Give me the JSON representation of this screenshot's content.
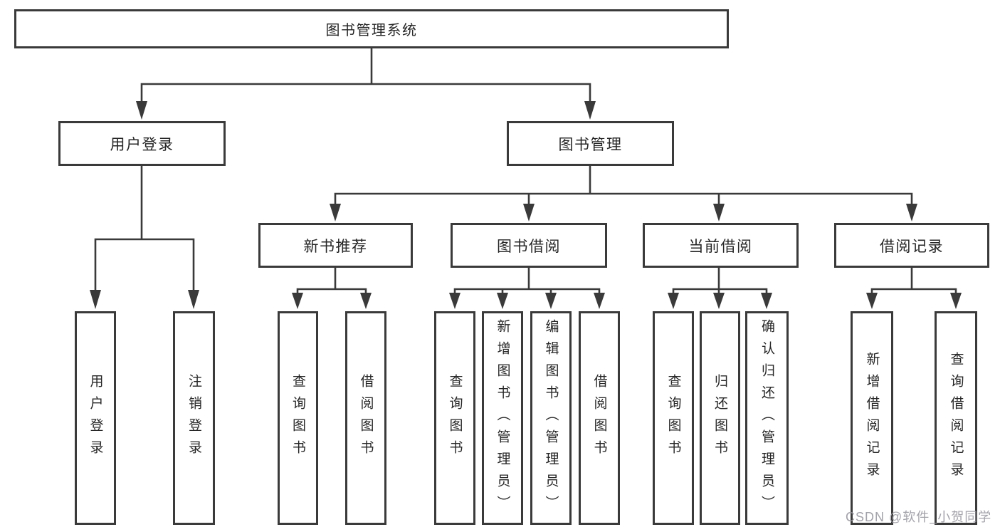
{
  "tree": {
    "root": {
      "label": "图书管理系统",
      "children": [
        {
          "label": "用户登录",
          "children": [
            {
              "label": "用户登录"
            },
            {
              "label": "注销登录"
            }
          ]
        },
        {
          "label": "图书管理",
          "children": [
            {
              "label": "新书推荐",
              "children": [
                {
                  "label": "查询图书"
                },
                {
                  "label": "借阅图书"
                }
              ]
            },
            {
              "label": "图书借阅",
              "children": [
                {
                  "label": "查询图书"
                },
                {
                  "label": "新增图书（管理员）"
                },
                {
                  "label": "编辑图书（管理员）"
                },
                {
                  "label": "借阅图书"
                }
              ]
            },
            {
              "label": "当前借阅",
              "children": [
                {
                  "label": "查询图书"
                },
                {
                  "label": "归还图书"
                },
                {
                  "label": "确认归还（管理员）"
                }
              ]
            },
            {
              "label": "借阅记录",
              "children": [
                {
                  "label": "新增借阅记录"
                },
                {
                  "label": "查询借阅记录"
                }
              ]
            }
          ]
        }
      ]
    }
  },
  "watermark": {
    "text": "CSDN @软件_小贺同学"
  },
  "colors": {
    "line": "#3a3a3a",
    "box_border": "#3a3a3a",
    "text": "#262626",
    "background": "#ffffff",
    "watermark": "#9b9ba3"
  }
}
